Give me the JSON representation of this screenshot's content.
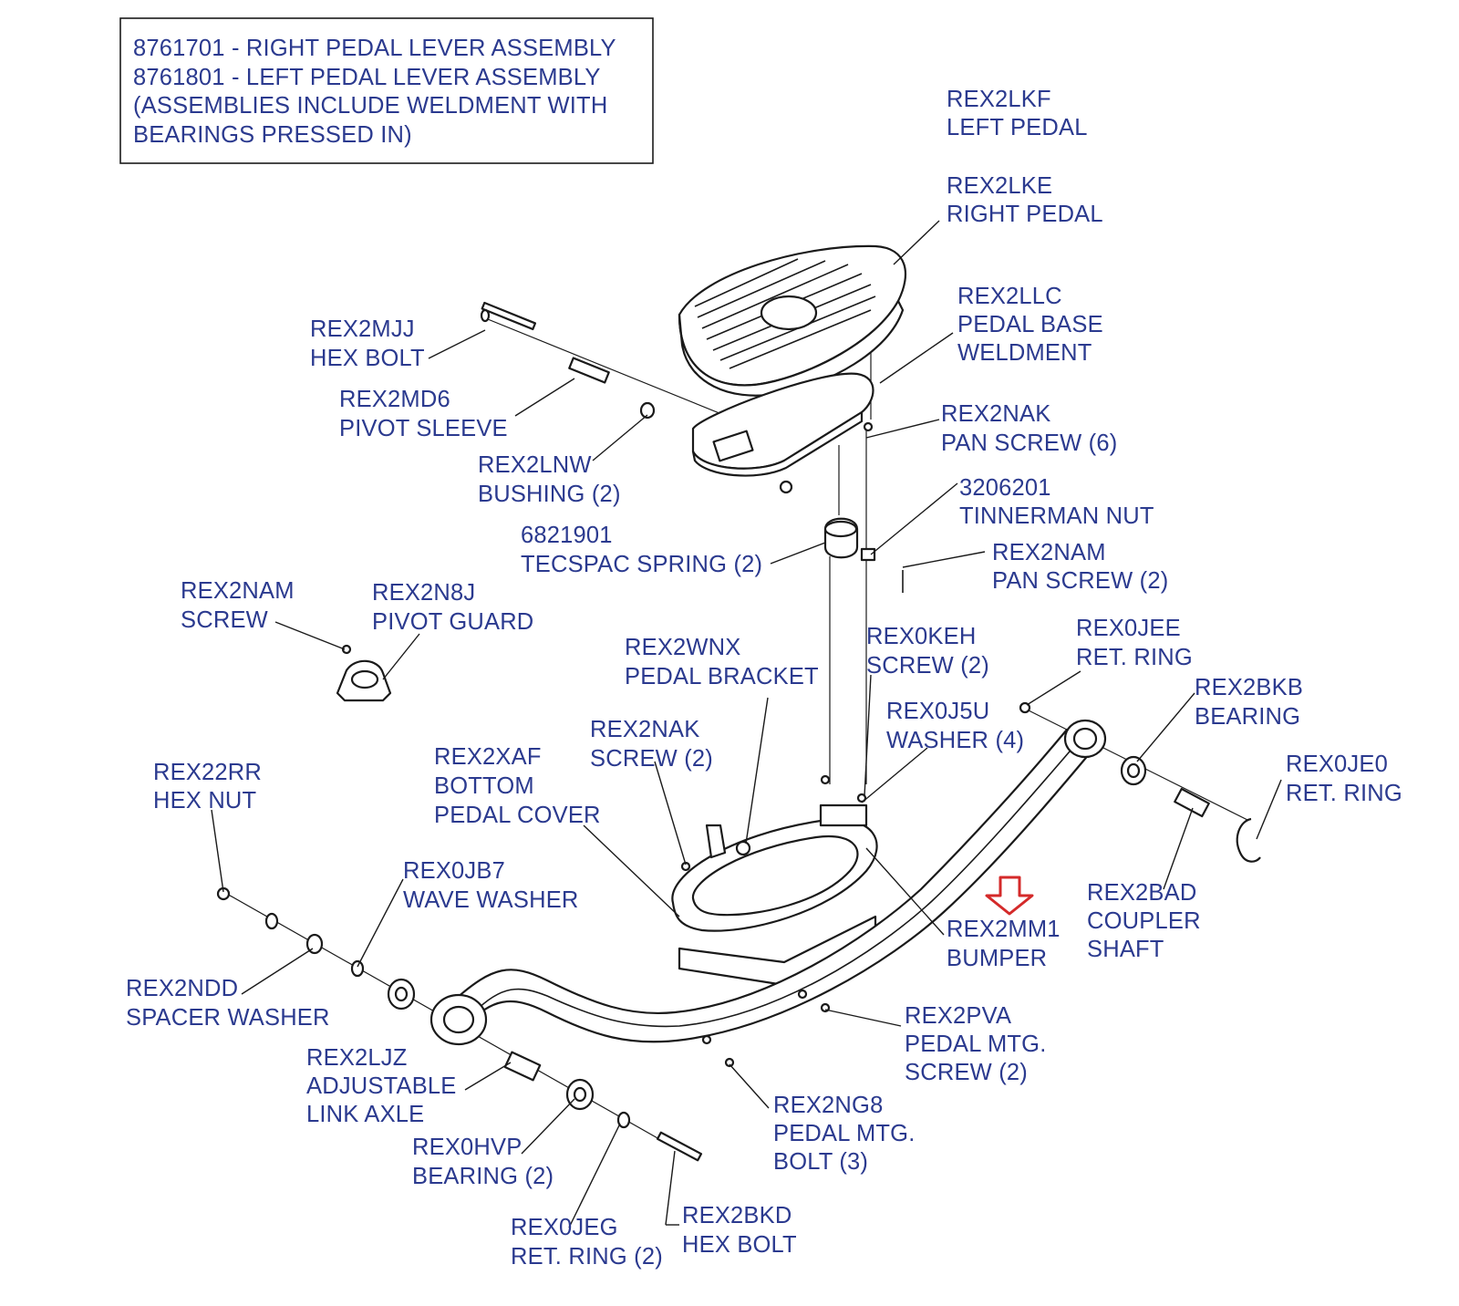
{
  "note_box": {
    "lines": [
      "8761701 - RIGHT PEDAL LEVER ASSEMBLY",
      "8761801 - LEFT PEDAL LEVER ASSEMBLY",
      "(ASSEMBLIES INCLUDE WELDMENT WITH",
      "BEARINGS PRESSED IN)"
    ]
  },
  "callouts": [
    {
      "id": "rex2lkf",
      "lines": [
        "REX2LKF",
        "LEFT PEDAL"
      ]
    },
    {
      "id": "rex2lke",
      "lines": [
        "REX2LKE",
        "RIGHT PEDAL"
      ]
    },
    {
      "id": "rex2llc",
      "lines": [
        "REX2LLC",
        "PEDAL BASE",
        "WELDMENT"
      ]
    },
    {
      "id": "rex2nak-pan",
      "lines": [
        "REX2NAK",
        "PAN SCREW (6)"
      ]
    },
    {
      "id": "3206201",
      "lines": [
        "3206201",
        "TINNERMAN NUT"
      ]
    },
    {
      "id": "rex2nam-pan",
      "lines": [
        "REX2NAM",
        "PAN SCREW (2)"
      ]
    },
    {
      "id": "rex2mjj",
      "lines": [
        "REX2MJJ",
        "HEX BOLT"
      ]
    },
    {
      "id": "rex2md6",
      "lines": [
        "REX2MD6",
        "PIVOT SLEEVE"
      ]
    },
    {
      "id": "rex2lnw",
      "lines": [
        "REX2LNW",
        "BUSHING (2)"
      ]
    },
    {
      "id": "6821901",
      "lines": [
        "6821901",
        "TECSPAC SPRING (2)"
      ]
    },
    {
      "id": "rex2nam-screw",
      "lines": [
        "REX2NAM",
        "SCREW"
      ]
    },
    {
      "id": "rex2n8j",
      "lines": [
        "REX2N8J",
        "PIVOT GUARD"
      ]
    },
    {
      "id": "rex2wnx",
      "lines": [
        "REX2WNX",
        "PEDAL BRACKET"
      ]
    },
    {
      "id": "rex0keh",
      "lines": [
        "REX0KEH",
        "SCREW (2)"
      ]
    },
    {
      "id": "rex0jee",
      "lines": [
        "REX0JEE",
        "RET. RING"
      ]
    },
    {
      "id": "rex2bkb",
      "lines": [
        "REX2BKB",
        "BEARING"
      ]
    },
    {
      "id": "rex0j5u",
      "lines": [
        "REX0J5U",
        "WASHER (4)"
      ]
    },
    {
      "id": "rex2nak-screw",
      "lines": [
        "REX2NAK",
        "SCREW (2)"
      ]
    },
    {
      "id": "rex2xaf",
      "lines": [
        "REX2XAF",
        "BOTTOM",
        "PEDAL COVER"
      ]
    },
    {
      "id": "rex0je0",
      "lines": [
        "REX0JE0",
        "RET. RING"
      ]
    },
    {
      "id": "rex22rr",
      "lines": [
        "REX22RR",
        "HEX NUT"
      ]
    },
    {
      "id": "rex0jb7",
      "lines": [
        "REX0JB7",
        "WAVE WASHER"
      ]
    },
    {
      "id": "rex2mm1",
      "lines": [
        "REX2MM1",
        "BUMPER"
      ]
    },
    {
      "id": "rex2bad",
      "lines": [
        "REX2BAD",
        "COUPLER",
        "SHAFT"
      ]
    },
    {
      "id": "rex2ndd",
      "lines": [
        "REX2NDD",
        "SPACER WASHER"
      ]
    },
    {
      "id": "rex2pva",
      "lines": [
        "REX2PVA",
        "PEDAL MTG.",
        "SCREW (2)"
      ]
    },
    {
      "id": "rex2ljz",
      "lines": [
        "REX2LJZ",
        "ADJUSTABLE",
        "LINK AXLE"
      ]
    },
    {
      "id": "rex2ng8",
      "lines": [
        "REX2NG8",
        "PEDAL MTG.",
        "BOLT (3)"
      ]
    },
    {
      "id": "rex0hvp",
      "lines": [
        "REX0HVP",
        "BEARING (2)"
      ]
    },
    {
      "id": "rex2bkd",
      "lines": [
        "REX2BKD",
        "HEX BOLT"
      ]
    },
    {
      "id": "rex0jeg",
      "lines": [
        "REX0JEG",
        "RET. RING (2)"
      ]
    }
  ],
  "colors": {
    "label_text": "#2b3a8f",
    "line_art": "#1a1a1a",
    "highlight_arrow": "#d42a2a"
  }
}
